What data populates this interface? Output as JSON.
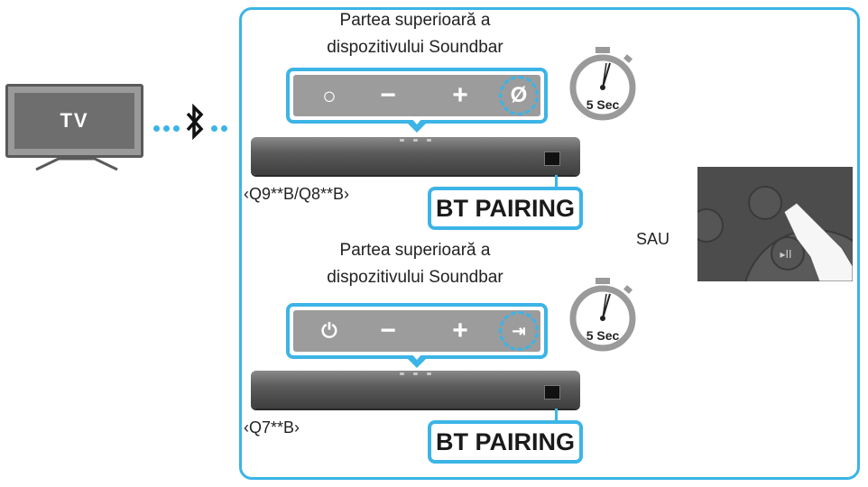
{
  "tv": {
    "label": "TV"
  },
  "diagram": {
    "top_section": {
      "panel_title_line1": "Partea superioară a",
      "panel_title_line2": "dispozitivului Soundbar",
      "model": "‹Q9**B/Q8**B›",
      "timer_label": "5 Sec",
      "pairing_label": "BT PAIRING"
    },
    "bottom_section": {
      "panel_title_line1": "Partea superioară a",
      "panel_title_line2": "dispozitivului Soundbar",
      "model": "‹Q7**B›",
      "timer_label": "5 Sec",
      "pairing_label": "BT PAIRING"
    },
    "or_label": "SAU"
  },
  "icons": {
    "connection": "bluetooth-icon",
    "top_panel_buttons": [
      "circle-icon",
      "minus-icon",
      "plus-icon",
      "mic-off-icon"
    ],
    "bottom_panel_buttons": [
      "power-icon",
      "minus-icon",
      "plus-icon",
      "input-source-icon"
    ],
    "timer": "stopwatch-icon",
    "remote_gesture": "hand-pointer-icon"
  },
  "colors": {
    "accent": "#3cb4e6",
    "panel_gray": "#9c9c9c",
    "soundbar_dark": "#3e3e3e"
  }
}
